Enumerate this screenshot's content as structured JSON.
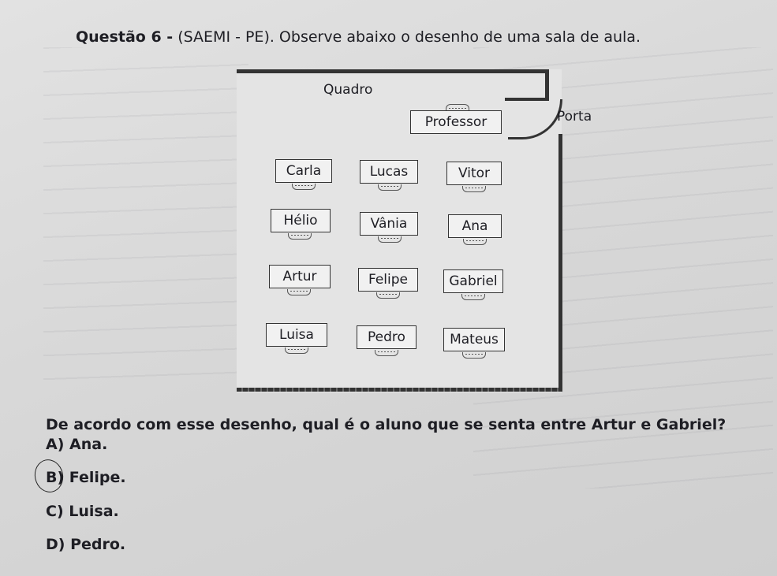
{
  "header": {
    "q_bold": "Questão 6 -",
    "q_rest": "(SAEMI - PE). Observe abaixo o desenho de uma sala de aula."
  },
  "room": {
    "board": "Quadro",
    "teacher": "Professor",
    "door": "Porta",
    "rows": [
      [
        "Carla",
        "Lucas",
        "Vitor"
      ],
      [
        "Hélio",
        "Vânia",
        "Ana"
      ],
      [
        "Artur",
        "Felipe",
        "Gabriel"
      ],
      [
        "Luisa",
        "Pedro",
        "Mateus"
      ]
    ]
  },
  "question": "De acordo com esse desenho, qual é o aluno que se senta entre Artur e Gabriel?",
  "options": [
    {
      "letter": "A)",
      "text": "Ana."
    },
    {
      "letter": "B)",
      "text": "Felipe."
    },
    {
      "letter": "C)",
      "text": "Luisa."
    },
    {
      "letter": "D)",
      "text": "Pedro."
    }
  ],
  "circled_option": "B)"
}
